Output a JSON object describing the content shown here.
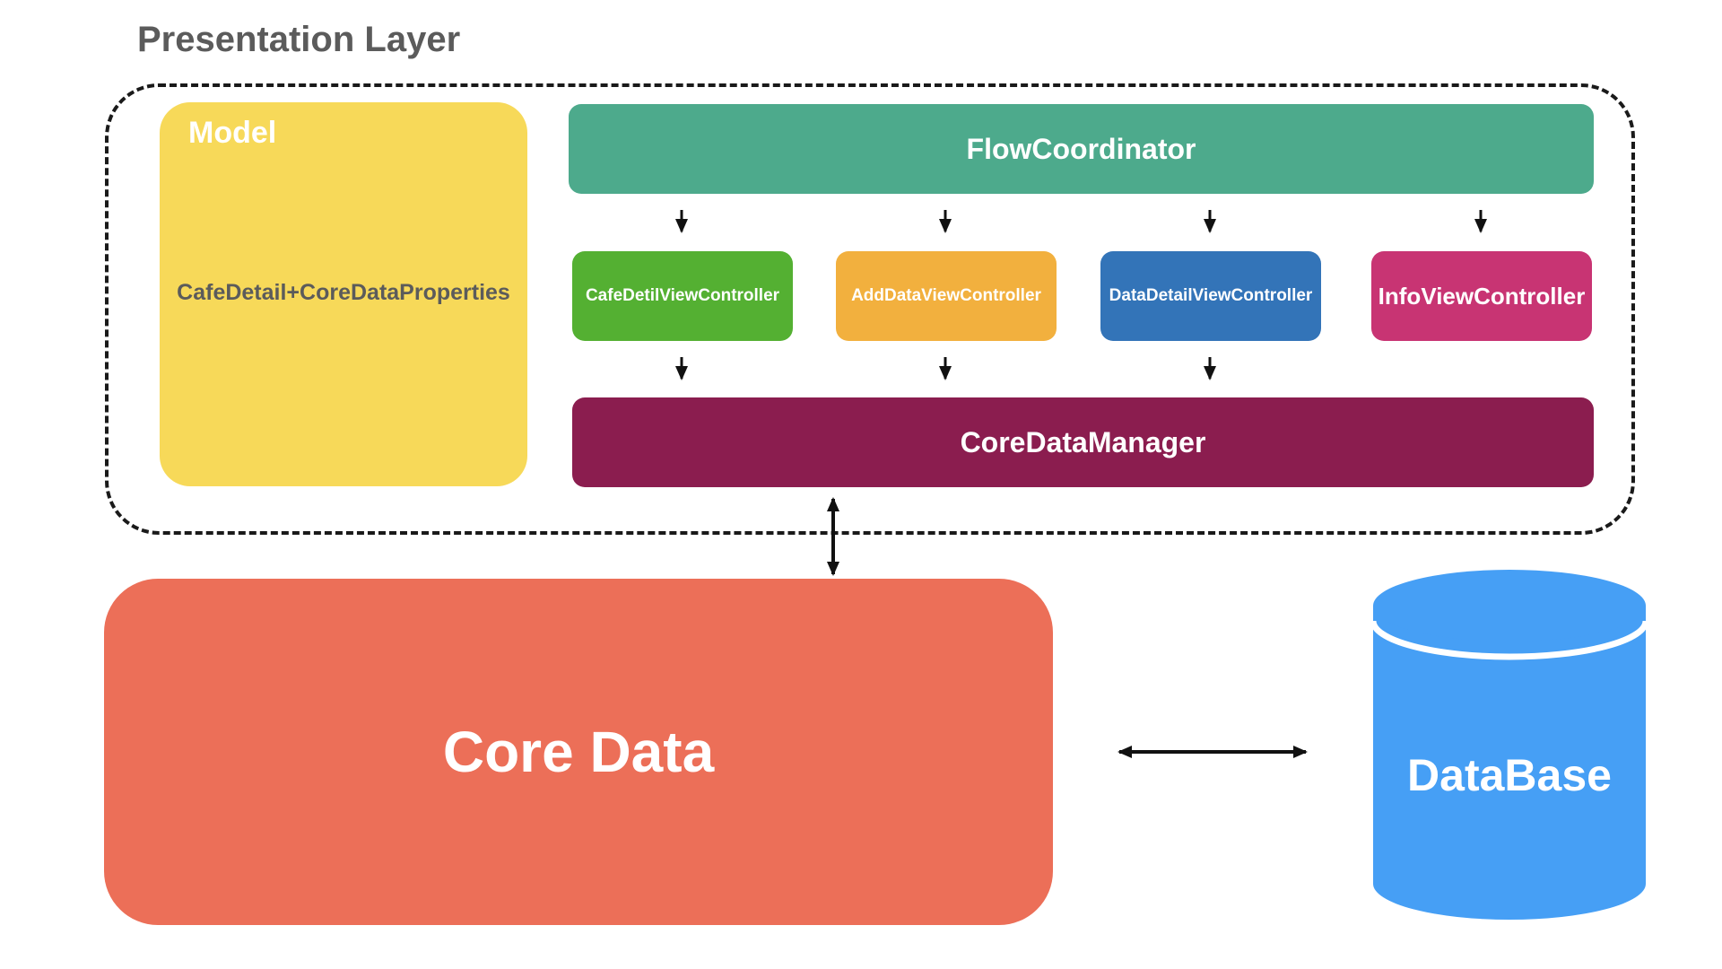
{
  "layer": {
    "title": "Presentation Layer"
  },
  "model": {
    "title": "Model",
    "entity": "CafeDetail+CoreDataProperties"
  },
  "flow_coordinator": {
    "label": "FlowCoordinator"
  },
  "view_controllers": [
    {
      "label": "CafeDetilViewController",
      "color": "#54b032"
    },
    {
      "label": "AddDataViewController",
      "color": "#f2b03e"
    },
    {
      "label": "DataDetailViewController",
      "color": "#3374b8"
    },
    {
      "label": "InfoViewController",
      "color": "#c83473"
    }
  ],
  "core_data_manager": {
    "label": "CoreDataManager"
  },
  "core_data": {
    "label": "Core Data"
  },
  "database": {
    "label": "DataBase",
    "color": "#469ff5"
  },
  "colors": {
    "model": "#f7d959",
    "flow_coordinator": "#4daa8c",
    "core_data_manager": "#8b1d4f",
    "core_data": "#ec6f58"
  }
}
